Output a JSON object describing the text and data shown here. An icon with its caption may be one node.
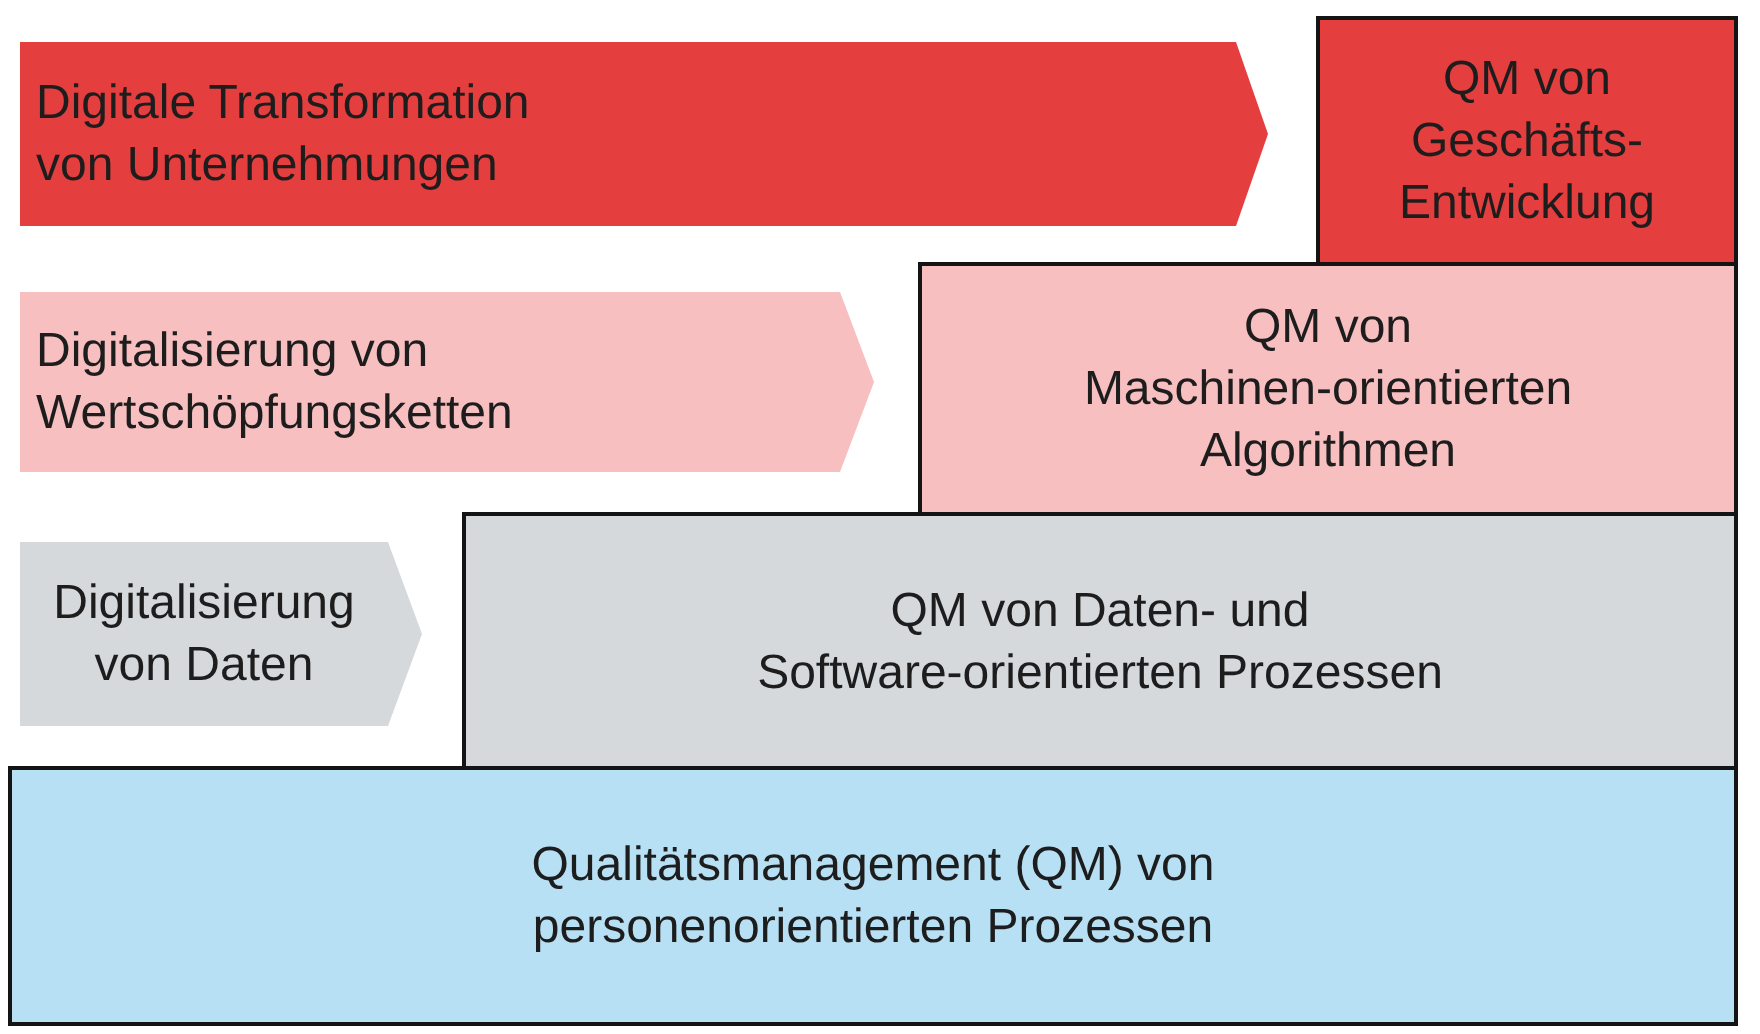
{
  "diagram": {
    "nodes": [
      {
        "text": [
          "Digitale Transformation von Unternehmungen"
        ]
      },
      {
        "text": [
          "QM von Geschäfts- Entwicklung"
        ]
      },
      {
        "text": [
          "Digitalisierung von Wertschöpfungsketten"
        ]
      },
      {
        "text": [
          "QM von Maschinen-orientierten Algorithmen"
        ]
      },
      {
        "text": [
          "Digitalisierung von Daten"
        ]
      },
      {
        "text": [
          "QM von Daten- und Software-orientierten Prozessen"
        ]
      },
      {
        "text": [
          "Qualitätsmanagement (QM) von personenorientierten Prozessen"
        ]
      }
    ]
  }
}
